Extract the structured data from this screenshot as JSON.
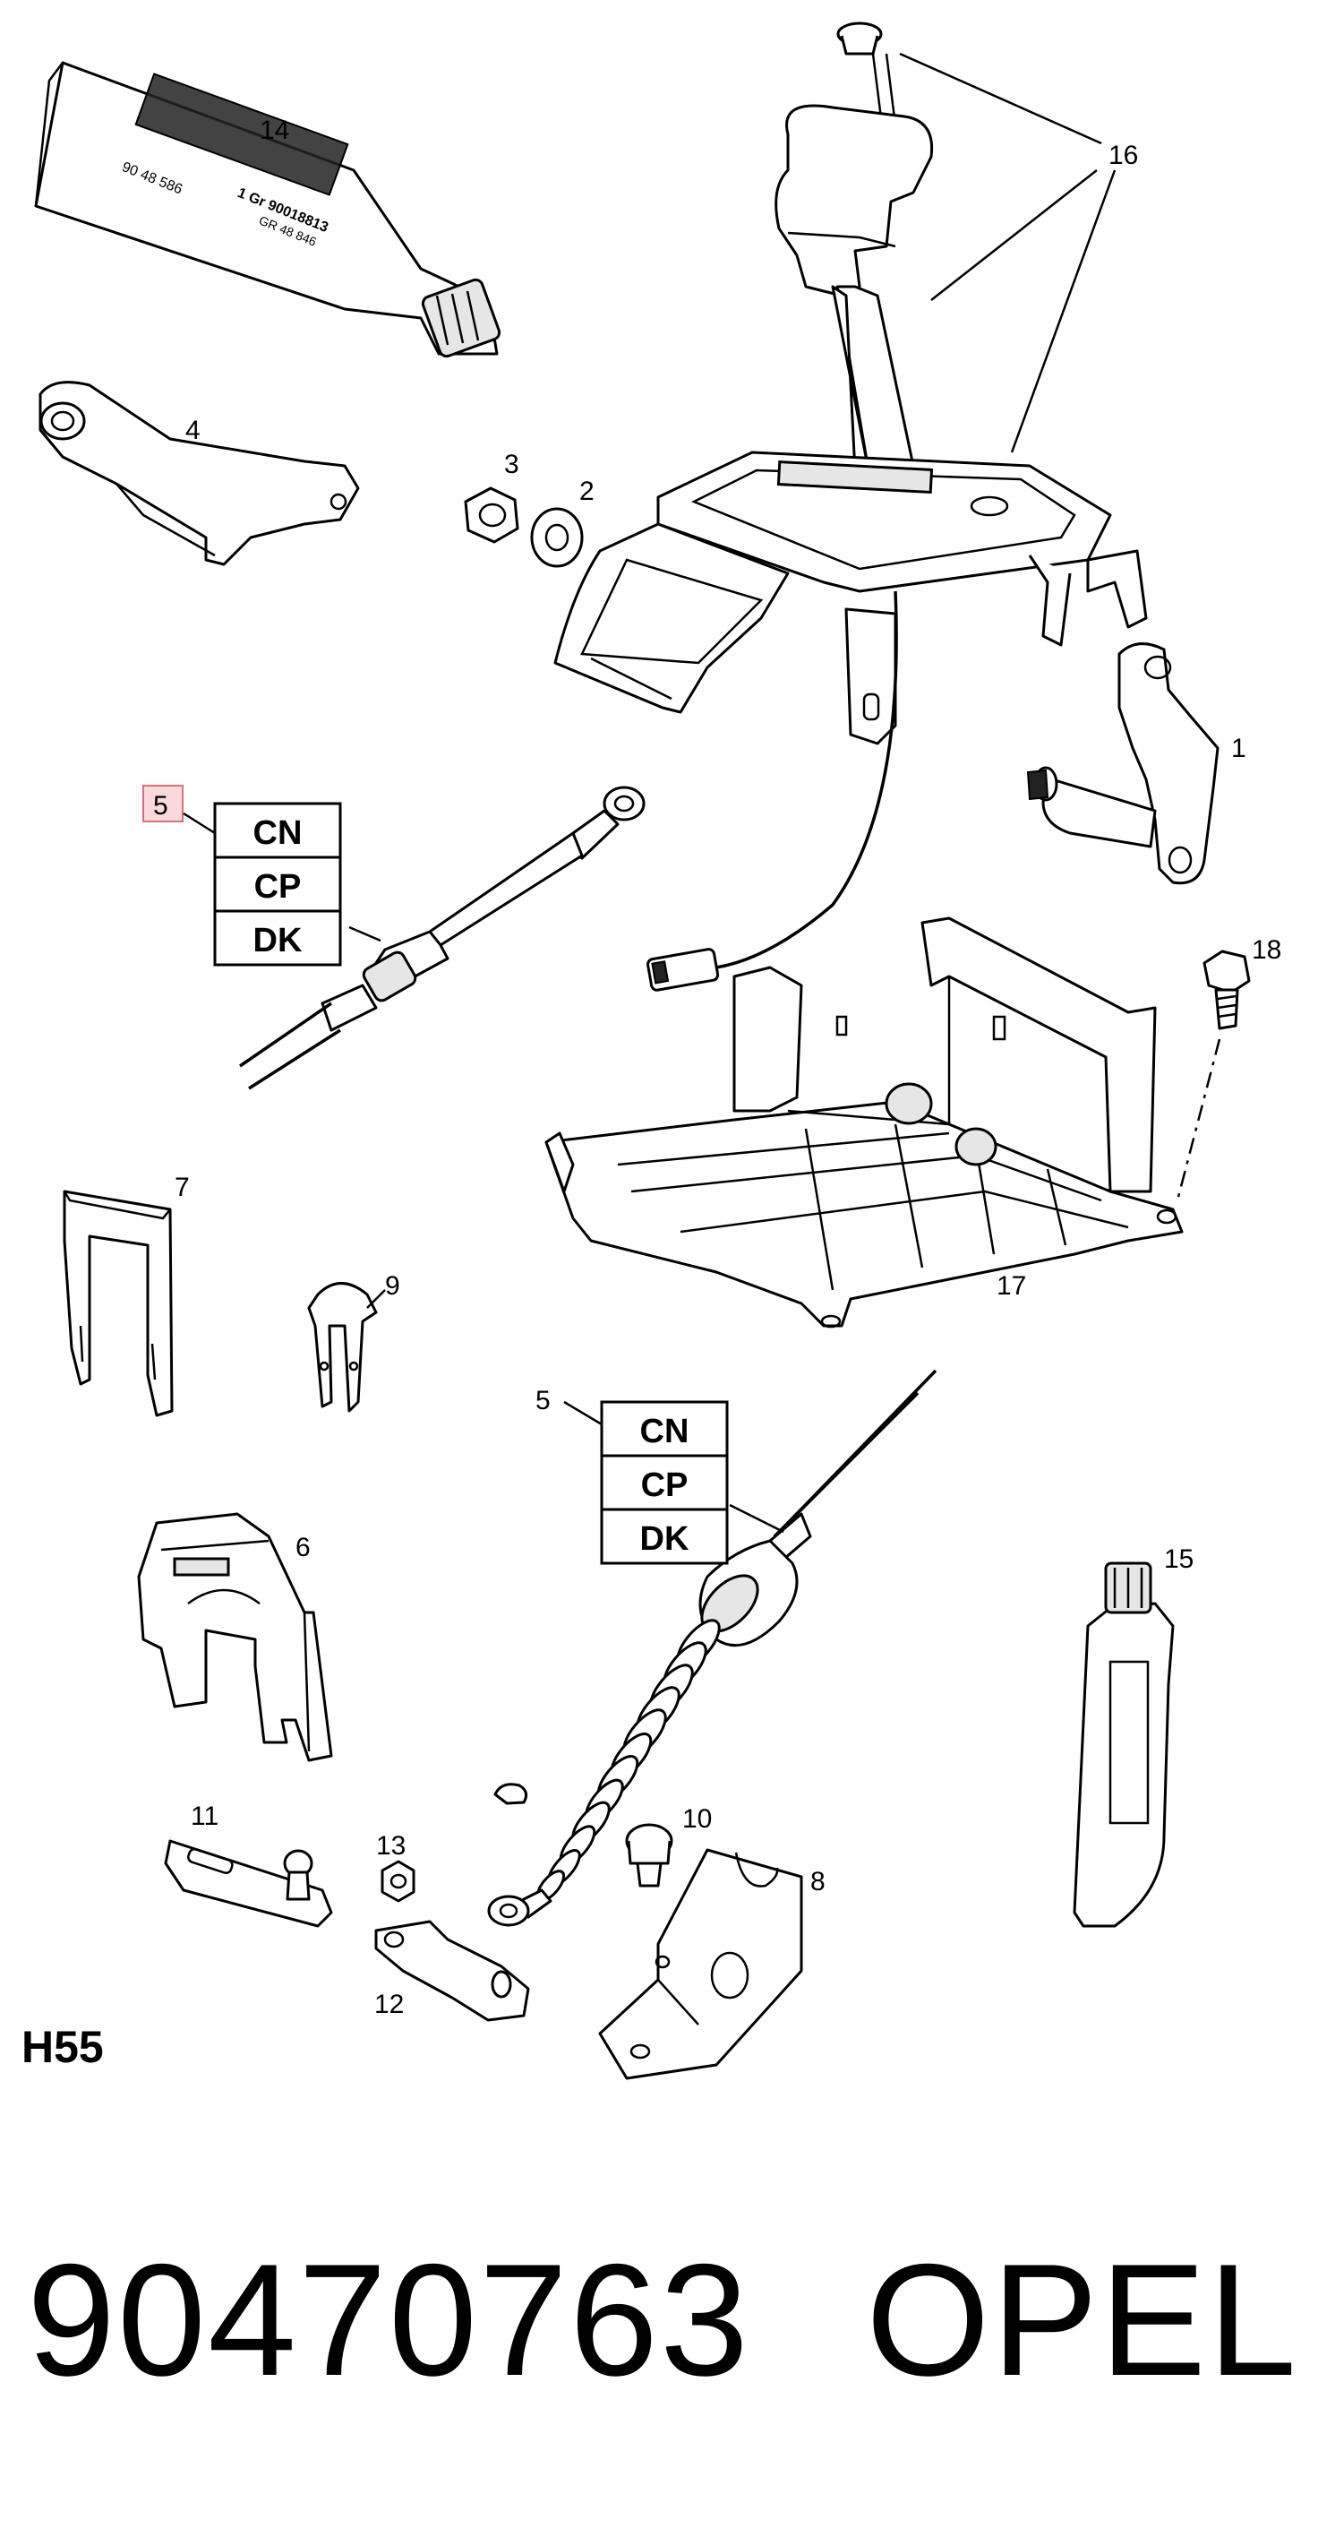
{
  "diagram": {
    "diagram_id": "H55",
    "part_number": "90470763",
    "brand": "OPEL",
    "highlighted_callout": "5",
    "callouts": {
      "c1": "1",
      "c2": "2",
      "c3": "3",
      "c4": "4",
      "c5_top": "5",
      "c5_mid": "5",
      "c6": "6",
      "c7": "7",
      "c8": "8",
      "c9": "9",
      "c10": "10",
      "c11": "11",
      "c12": "12",
      "c13": "13",
      "c14": "14",
      "c15": "15",
      "c16": "16",
      "c17": "17",
      "c18": "18"
    },
    "variant_codes": [
      "CN",
      "CP",
      "DK"
    ],
    "tube_print": {
      "line1": "90 48 586",
      "line2": "1 Gr 90018813",
      "line3": "GR 48 846"
    },
    "colors": {
      "highlight_fill": "#f9d9dc",
      "highlight_stroke": "#d9707b"
    }
  }
}
